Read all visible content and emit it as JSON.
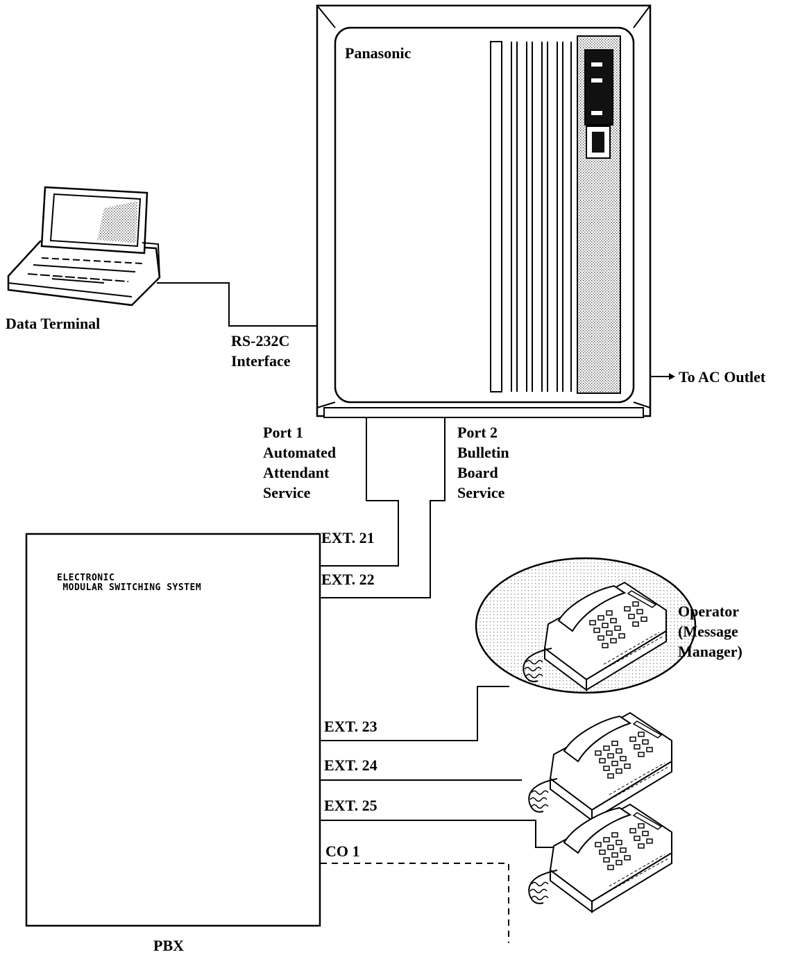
{
  "vps_unit": {
    "brand": "Panasonic",
    "power": "To AC Outlet"
  },
  "data_terminal": {
    "label": "Data Terminal",
    "interface_line1": "RS-232C",
    "interface_line2": "Interface"
  },
  "ports": [
    {
      "lines": [
        "Port 1",
        "Automated",
        "Attendant",
        "Service"
      ]
    },
    {
      "lines": [
        "Port 2",
        "Bulletin",
        "Board",
        "Service"
      ]
    }
  ],
  "pbx": {
    "title_line1": "ELECTRONIC",
    "title_line2": " MODULAR SWITCHING SYSTEM",
    "label": "PBX"
  },
  "extensions": [
    "EXT. 21",
    "EXT. 22",
    "EXT. 23",
    "EXT. 24",
    "EXT. 25"
  ],
  "co_line": "CO 1",
  "operator": {
    "line1": "Operator",
    "line2": "(Message",
    "line3": "Manager)"
  }
}
